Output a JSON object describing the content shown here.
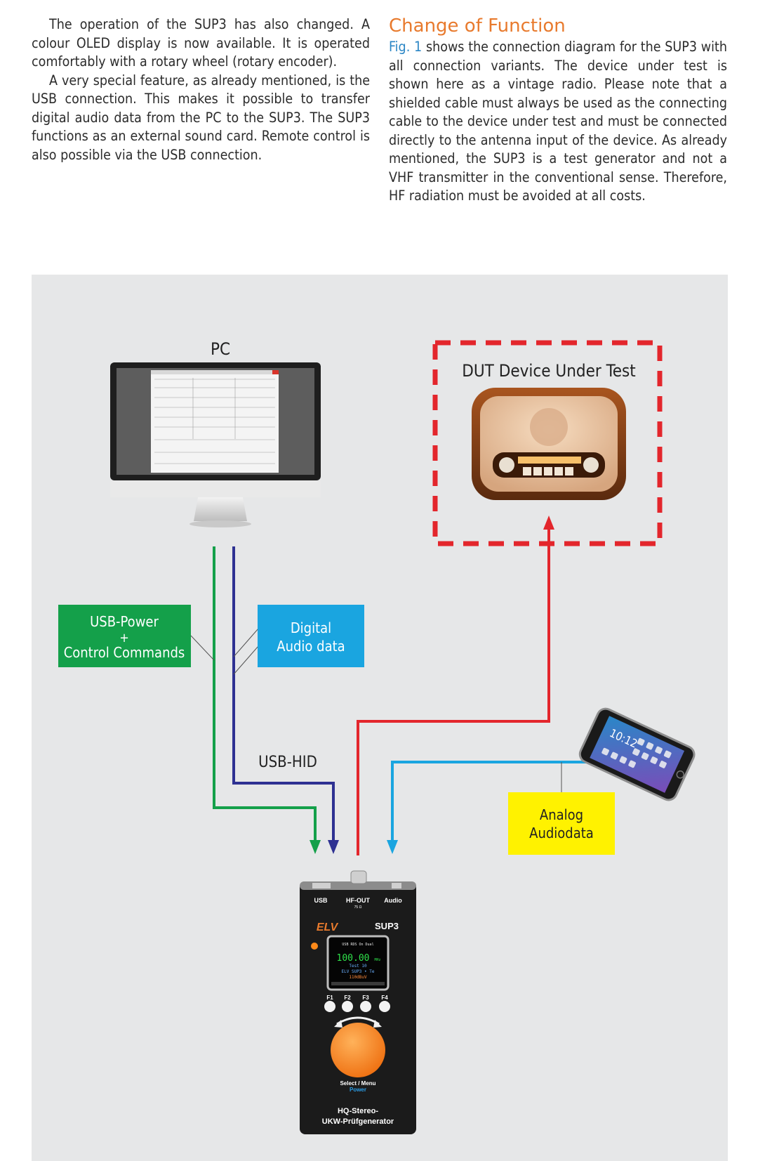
{
  "text_left": {
    "p1": "The operation of the SUP3 has also changed. A colour OLED display is now available. It is operated comfortably with a rotary wheel (rotary encoder).",
    "p2": "A very special feature, as already mentioned, is the USB connection. This makes it possible to transfer digital audio data from the PC to the SUP3. The SUP3 functions as an external sound card. Remote control is also possible via the USB connection."
  },
  "text_right": {
    "heading": "Change of Function",
    "fig_ref": "Fig. 1",
    "body": " shows the connection diagram for the SUP3 with all connection variants. The device under test is shown here as a vintage radio. Please note that a shielded cable must always be used as the connecting cable to the device under test and must be connected directly to the antenna input of the device. As already mentioned, the SUP3 is a test generator and not a VHF transmitter in the conventional sense. Therefore, HF radiation must be avoided at all costs."
  },
  "diagram": {
    "pc_label": "PC",
    "dut_label": "DUT Device Under Test",
    "usb_power_line1": "USB-Power",
    "usb_power_line2": "+",
    "usb_power_line3": "Control Commands",
    "digital_audio_line1": "Digital",
    "digital_audio_line2": "Audio data",
    "usb_hid_label": "USB-HID",
    "analog_line1": "Analog",
    "analog_line2": "Audiodata",
    "phone_time": "10:12",
    "device": {
      "port_usb": "USB",
      "port_hf": "HF-OUT",
      "port_hf_sub": "75 Ω",
      "port_audio": "Audio",
      "brand": "ELV",
      "model": "SUP3",
      "display_status": "USB RDS On Dual",
      "display_freq": "100.00",
      "display_unit": "MHz",
      "display_line1": "Test 10",
      "display_line2": "ELV SUP3 • Te",
      "display_line3": "110dBuV",
      "f1": "F1",
      "f2": "F2",
      "f3": "F3",
      "f4": "F4",
      "select": "Select / Menu",
      "power": "Power",
      "name_line1": "HQ-Stereo-",
      "name_line2": "UKW-Prüfgenerator"
    },
    "colors": {
      "green": "#14a04a",
      "navy": "#2e3192",
      "red": "#e3262c",
      "cyan": "#1aa5e0",
      "yellow": "#fff200",
      "orange": "#e87a2d"
    }
  }
}
